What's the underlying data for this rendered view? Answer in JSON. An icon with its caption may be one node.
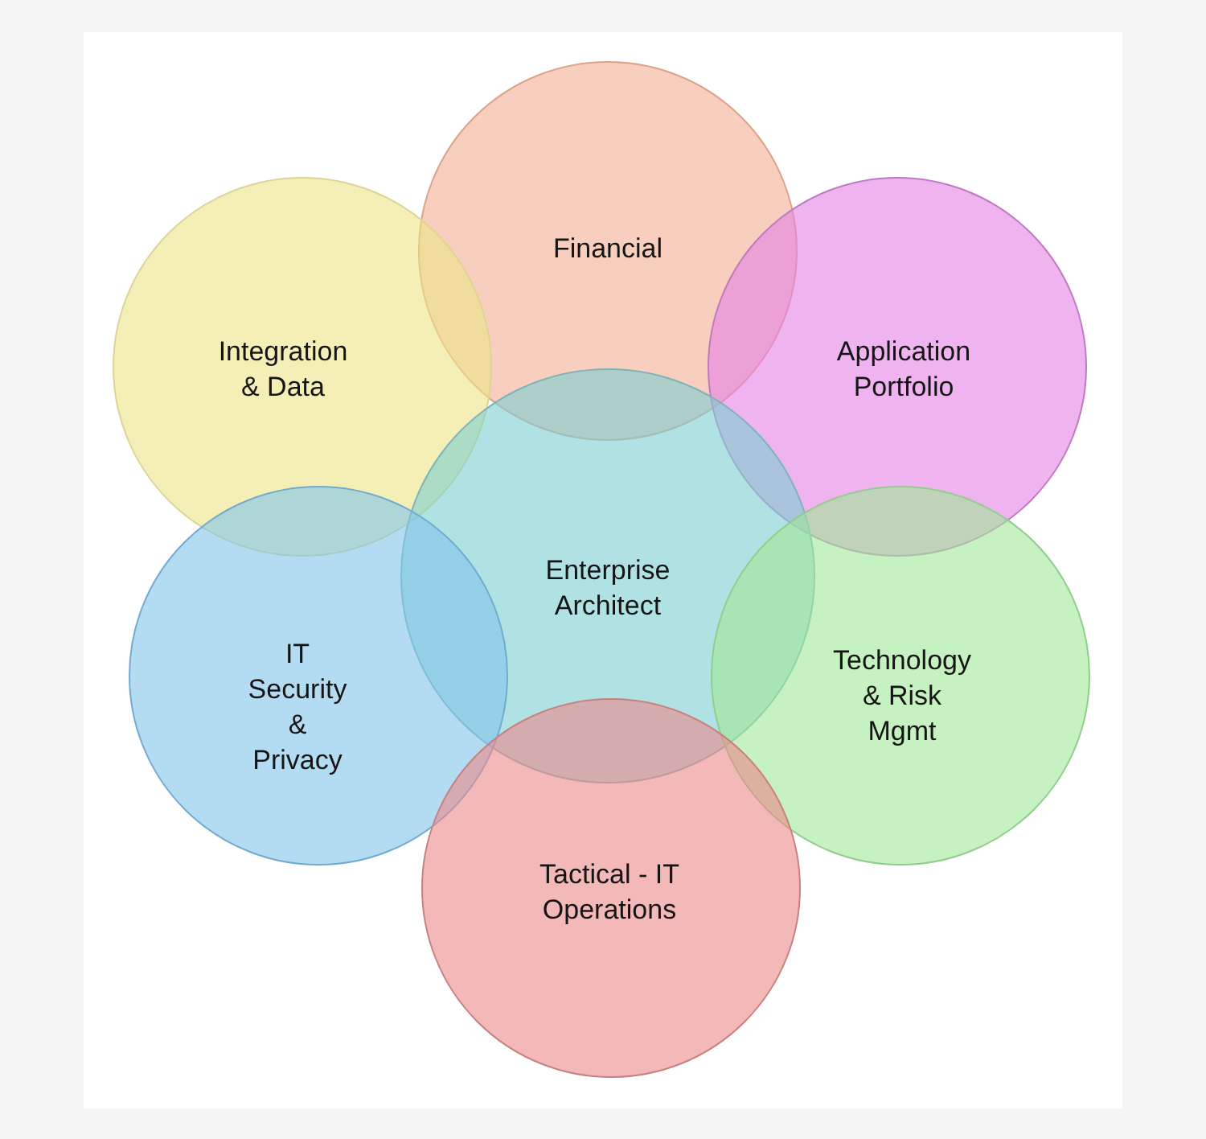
{
  "diagram": {
    "nodes": [
      {
        "text": [
          "Financial"
        ]
      },
      {
        "text": [
          "Integration & Data"
        ]
      },
      {
        "text": [
          "Application Portfolio"
        ]
      },
      {
        "text": [
          "Enterprise Architect"
        ]
      },
      {
        "text": [
          "IT Security & Privacy"
        ]
      },
      {
        "text": [
          "Technology & Risk Mgmt"
        ]
      },
      {
        "text": [
          "Tactical - IT Operations"
        ]
      }
    ]
  }
}
